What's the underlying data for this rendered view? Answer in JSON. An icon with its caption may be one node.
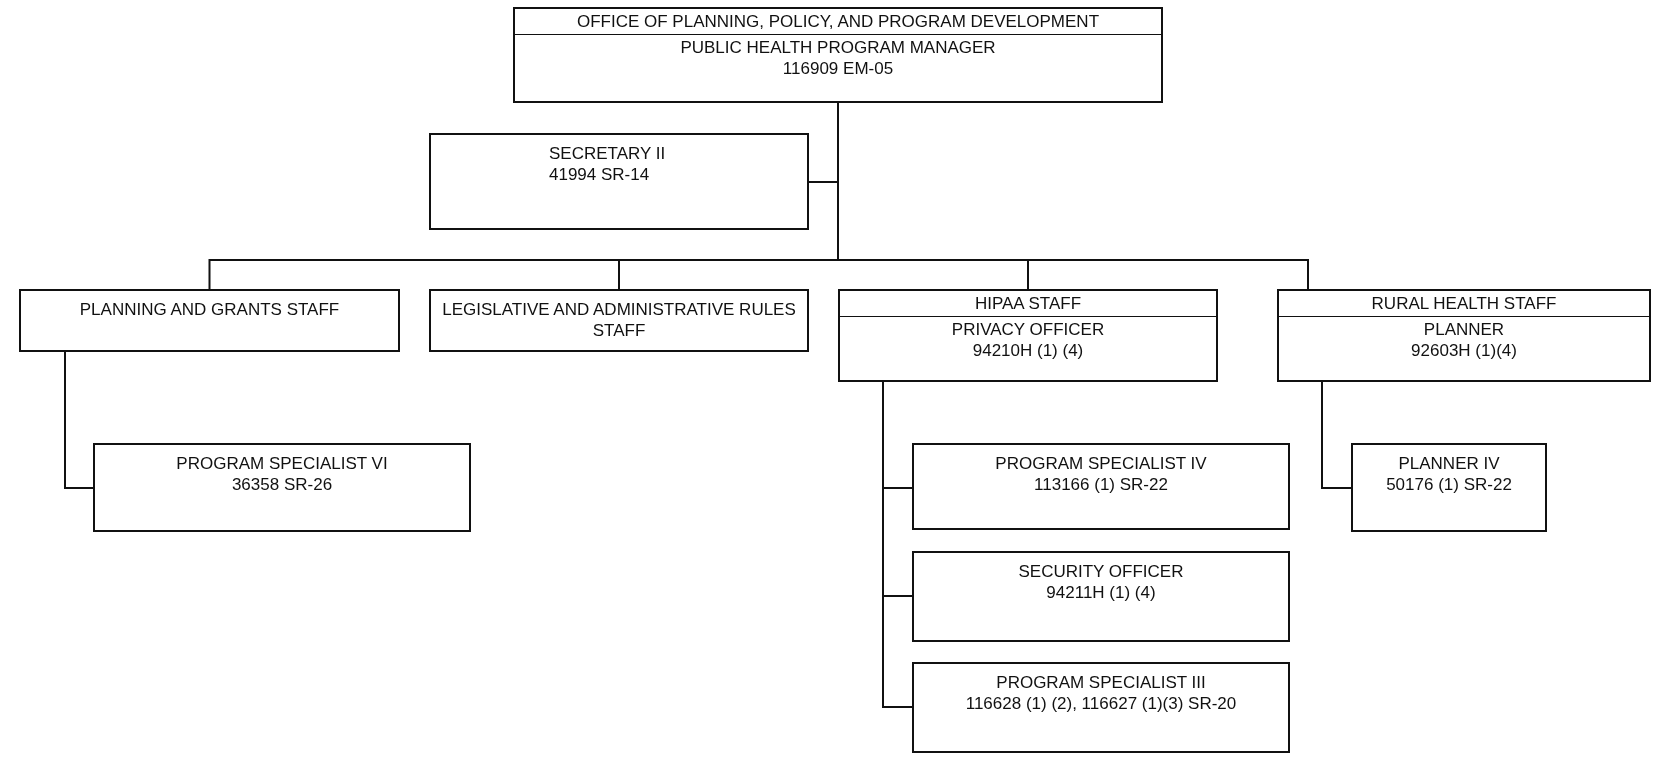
{
  "diagram": {
    "nodes": [
      {
        "text": [
          "OFFICE OF PLANNING, POLICY, AND PROGRAM DEVELOPMENT",
          "PUBLIC HEALTH PROGRAM MANAGER",
          "116909 EM-05"
        ]
      },
      {
        "text": [
          "SECRETARY II",
          "41994 SR-14"
        ]
      },
      {
        "text": [
          "PLANNING AND GRANTS STAFF"
        ]
      },
      {
        "text": [
          "LEGISLATIVE AND ADMINISTRATIVE RULES STAFF"
        ]
      },
      {
        "text": [
          "HIPAA STAFF",
          "PRIVACY OFFICER",
          "94210H (1) (4)"
        ]
      },
      {
        "text": [
          "RURAL HEALTH STAFF",
          "PLANNER",
          "92603H (1)(4)"
        ]
      },
      {
        "text": [
          "PROGRAM SPECIALIST VI",
          "36358 SR-26"
        ]
      },
      {
        "text": [
          "PROGRAM SPECIALIST IV",
          "113166 (1) SR-22"
        ]
      },
      {
        "text": [
          "SECURITY OFFICER",
          "94211H (1) (4)"
        ]
      },
      {
        "text": [
          "PROGRAM SPECIALIST III",
          "116628 (1) (2), 116627 (1)(3) SR-20"
        ]
      },
      {
        "text": [
          "PLANNER IV",
          "50176 (1) SR-22"
        ]
      }
    ],
    "edges": [
      {
        "from": 0,
        "to": 1,
        "arrow": "none"
      },
      {
        "from": 0,
        "to": 2,
        "arrow": "none"
      },
      {
        "from": 0,
        "to": 3,
        "arrow": "none"
      },
      {
        "from": 0,
        "to": 4,
        "arrow": "none"
      },
      {
        "from": 0,
        "to": 5,
        "arrow": "none"
      },
      {
        "from": 2,
        "to": 6,
        "arrow": "none"
      },
      {
        "from": 4,
        "to": 7,
        "arrow": "none"
      },
      {
        "from": 4,
        "to": 8,
        "arrow": "none"
      },
      {
        "from": 4,
        "to": 9,
        "arrow": "none"
      },
      {
        "from": 5,
        "to": 10,
        "arrow": "none"
      }
    ]
  }
}
